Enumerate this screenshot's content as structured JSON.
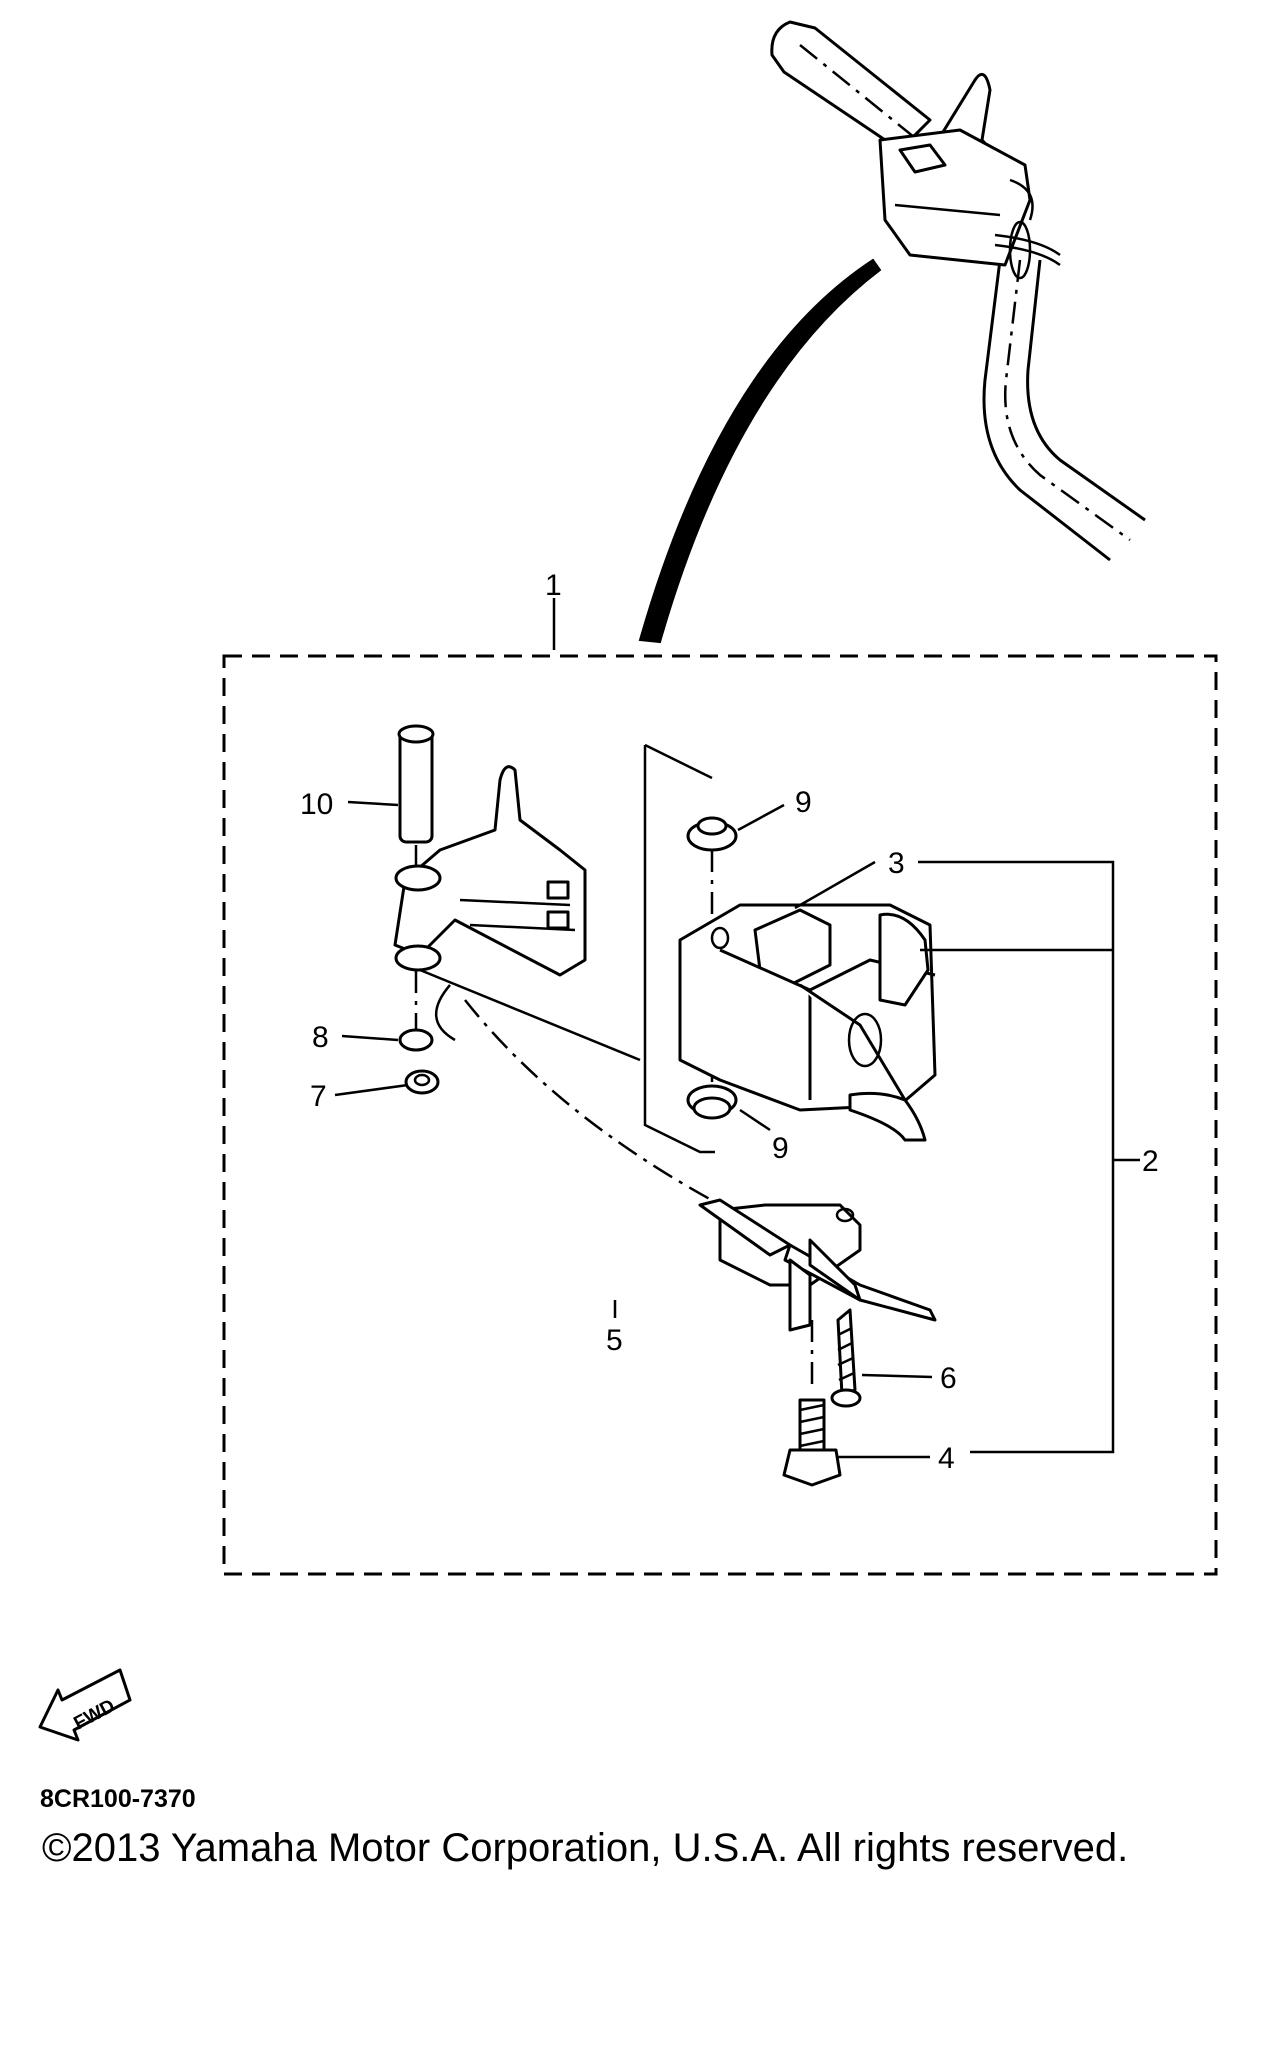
{
  "diagram": {
    "callouts": [
      "1",
      "2",
      "3",
      "4",
      "5",
      "6",
      "7",
      "8",
      "9",
      "9",
      "10"
    ],
    "fwd_label": "FWD"
  },
  "footer": {
    "drawing_code": "8CR100-7370",
    "copyright": "©2013 Yamaha Motor Corporation, U.S.A. All rights reserved."
  }
}
